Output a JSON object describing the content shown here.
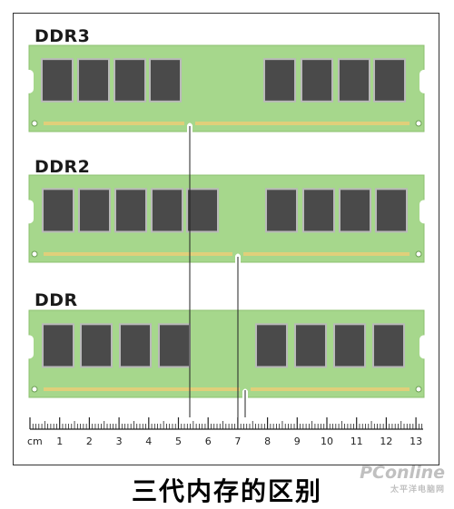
{
  "modules": [
    {
      "label": "DDR3"
    },
    {
      "label": "DDR2"
    },
    {
      "label": "DDR"
    }
  ],
  "ruler": {
    "unit": "cm",
    "numbers": [
      "1",
      "2",
      "3",
      "4",
      "5",
      "6",
      "7",
      "8",
      "9",
      "10",
      "11",
      "12",
      "13"
    ]
  },
  "caption": "三代内存的区别",
  "watermark": {
    "line1": "PConline",
    "line2": "太平洋电脑网"
  },
  "colors": {
    "pcb": "#a6d78c",
    "pcb_edge": "#8cc06f",
    "chip": "#4a4a4a",
    "chip_border": "#b9b9b9",
    "contacts": "#e0cf7a",
    "frame": "#333333"
  }
}
